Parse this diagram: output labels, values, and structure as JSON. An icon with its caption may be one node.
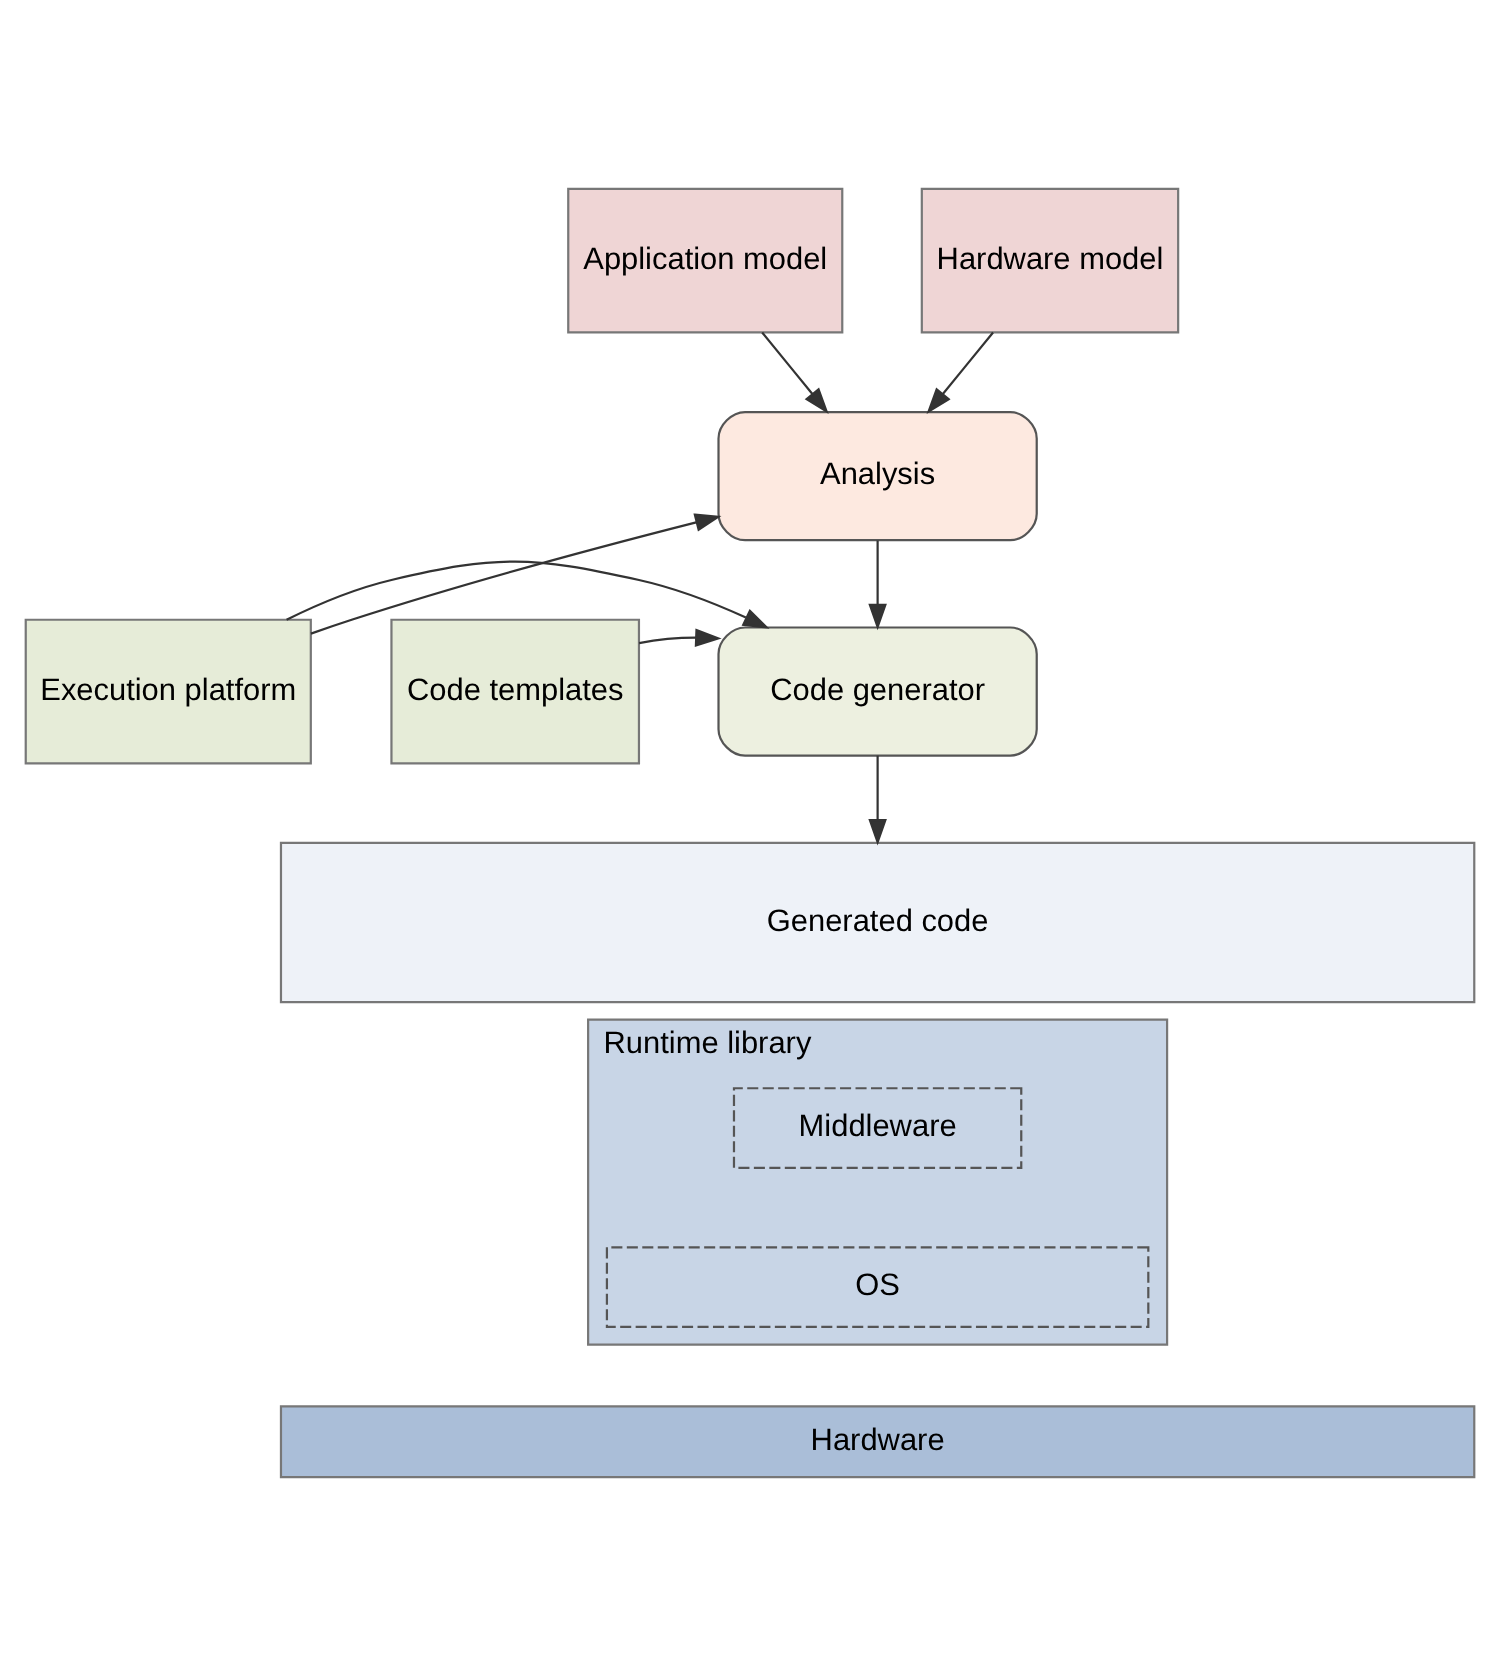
{
  "diagram": {
    "nodes": [
      {
        "text": [
          "Application model"
        ]
      },
      {
        "text": [
          "Hardware model"
        ]
      },
      {
        "text": [
          "Analysis"
        ]
      },
      {
        "text": [
          "Code templates"
        ]
      },
      {
        "text": [
          "Code generator"
        ]
      },
      {
        "text": [
          "Execution platform"
        ]
      },
      {
        "text": [
          "Generated code"
        ]
      },
      {
        "text": [
          "Runtime library"
        ]
      },
      {
        "text": [
          "Middleware"
        ],
        "in": 7
      },
      {
        "text": [
          "OS"
        ],
        "in": 7
      },
      {
        "text": [
          "Hardware"
        ]
      }
    ],
    "edges": [
      {
        "from": 0,
        "to": 2,
        "arrow": "to"
      },
      {
        "from": 1,
        "to": 2,
        "arrow": "to"
      },
      {
        "from": 2,
        "to": 4,
        "arrow": "to"
      },
      {
        "from": 3,
        "to": 4,
        "arrow": "to"
      },
      {
        "from": 5,
        "to": 4,
        "arrow": "to"
      },
      {
        "from": 5,
        "to": 2,
        "arrow": "to"
      },
      {
        "from": 4,
        "to": 6,
        "arrow": "to"
      }
    ]
  }
}
